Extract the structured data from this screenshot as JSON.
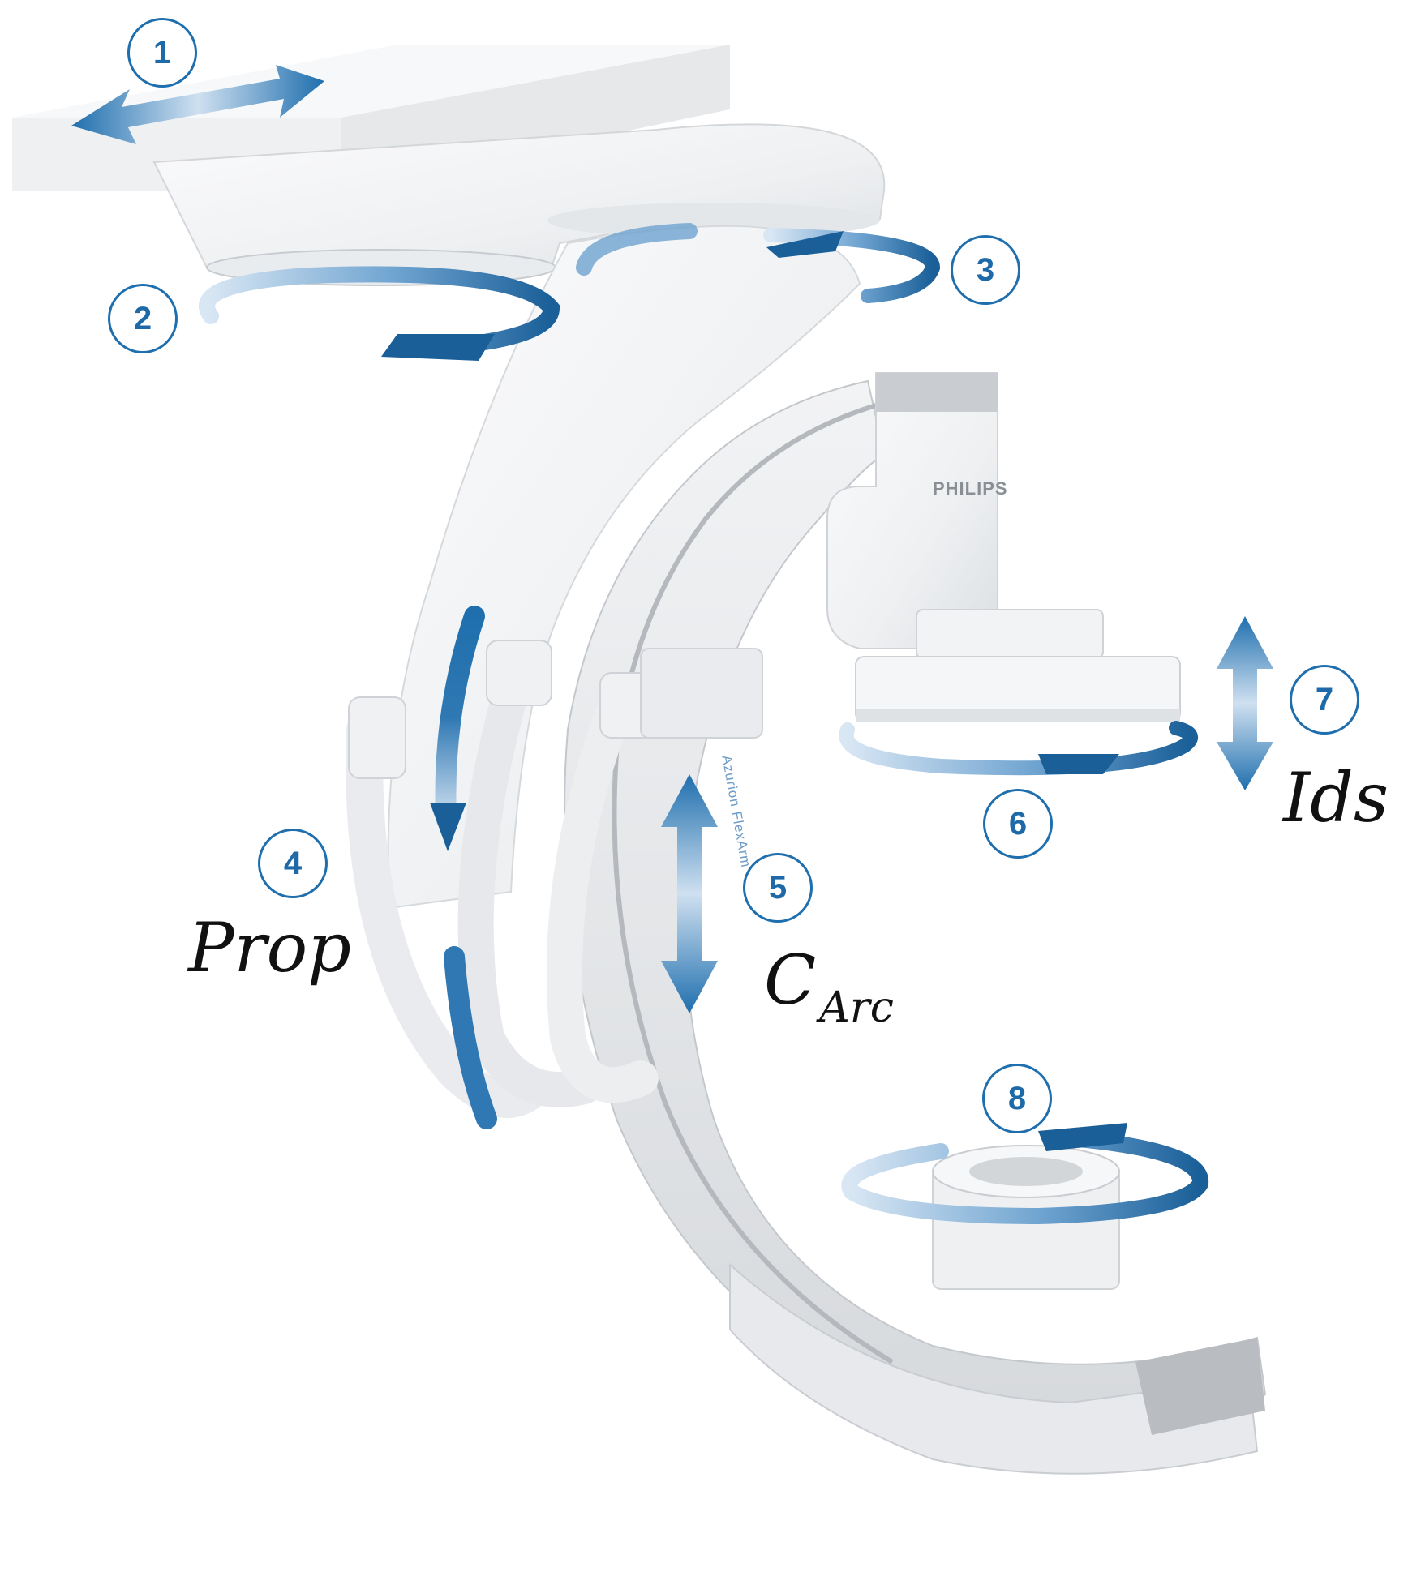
{
  "colors": {
    "arrow_blue": "#1f6fae",
    "arrow_light": "#cfe0f0",
    "device_white": "#f4f5f6",
    "device_shade": "#d9dcdf",
    "device_grey": "#b9bcc0"
  },
  "badges": [
    {
      "id": "1",
      "label": "1"
    },
    {
      "id": "2",
      "label": "2"
    },
    {
      "id": "3",
      "label": "3"
    },
    {
      "id": "4",
      "label": "4"
    },
    {
      "id": "5",
      "label": "5"
    },
    {
      "id": "6",
      "label": "6"
    },
    {
      "id": "7",
      "label": "7"
    },
    {
      "id": "8",
      "label": "8"
    }
  ],
  "labels": {
    "prop": "Prop",
    "c_main": "C",
    "c_sub": "Arc",
    "ids": "Ids"
  },
  "device": {
    "brand": "PHILIPS",
    "arm_text": "Azurion FlexArm"
  },
  "icons": [
    "double-arrow-icon",
    "rotation-arrow-icon"
  ]
}
